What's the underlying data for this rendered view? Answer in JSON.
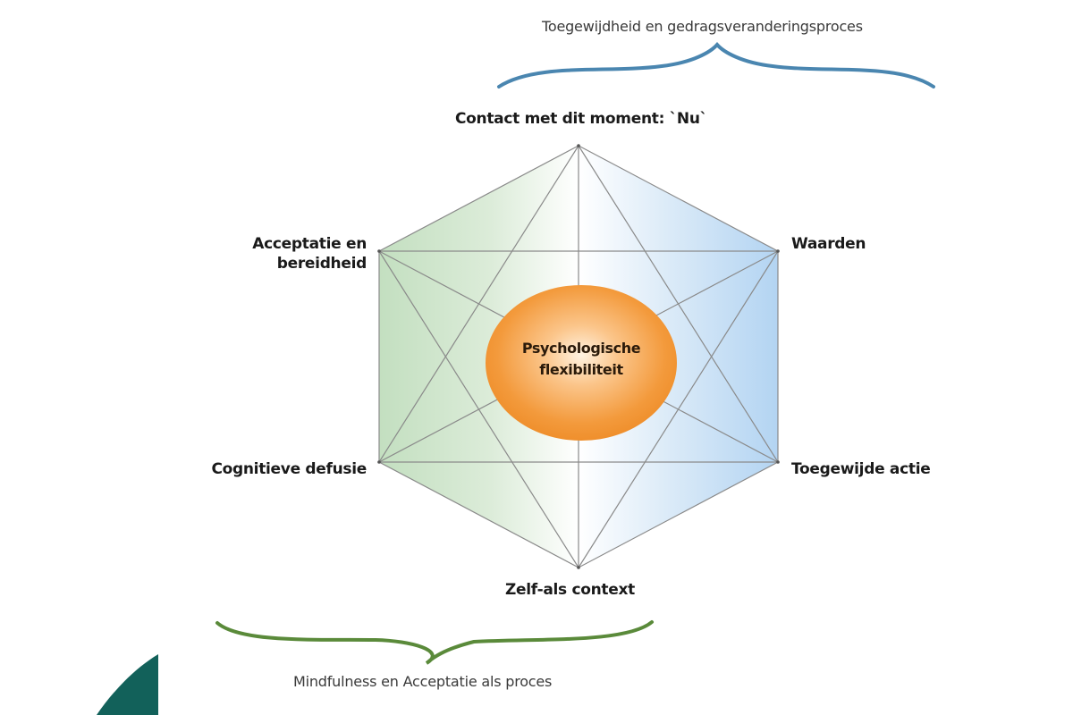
{
  "diagram": {
    "title_top_brace": "Toegewijdheid en gedragsveranderingsproces",
    "title_bottom_brace": "Mindfulness en Acceptatie als proces",
    "center": {
      "line1": "Psychologische",
      "line2": "flexibiliteit"
    },
    "nodes": {
      "top": "Contact met dit moment: `Nu`",
      "upper_left_line1": "Acceptatie en",
      "upper_left_line2": "bereidheid",
      "upper_right": "Waarden",
      "lower_left": "Cognitieve defusie",
      "lower_right": "Toegewijde actie",
      "bottom": "Zelf-als context"
    },
    "colors": {
      "top_brace": "#4a86b0",
      "bottom_brace": "#5a8a3a",
      "hexagon_left_fill": "#c9e2c6",
      "hexagon_right_fill": "#b6d6f2",
      "hexagon_lines": "#8a8a8a",
      "center_ellipse": "#f39a3c",
      "corner_shape": "#12615a"
    }
  }
}
